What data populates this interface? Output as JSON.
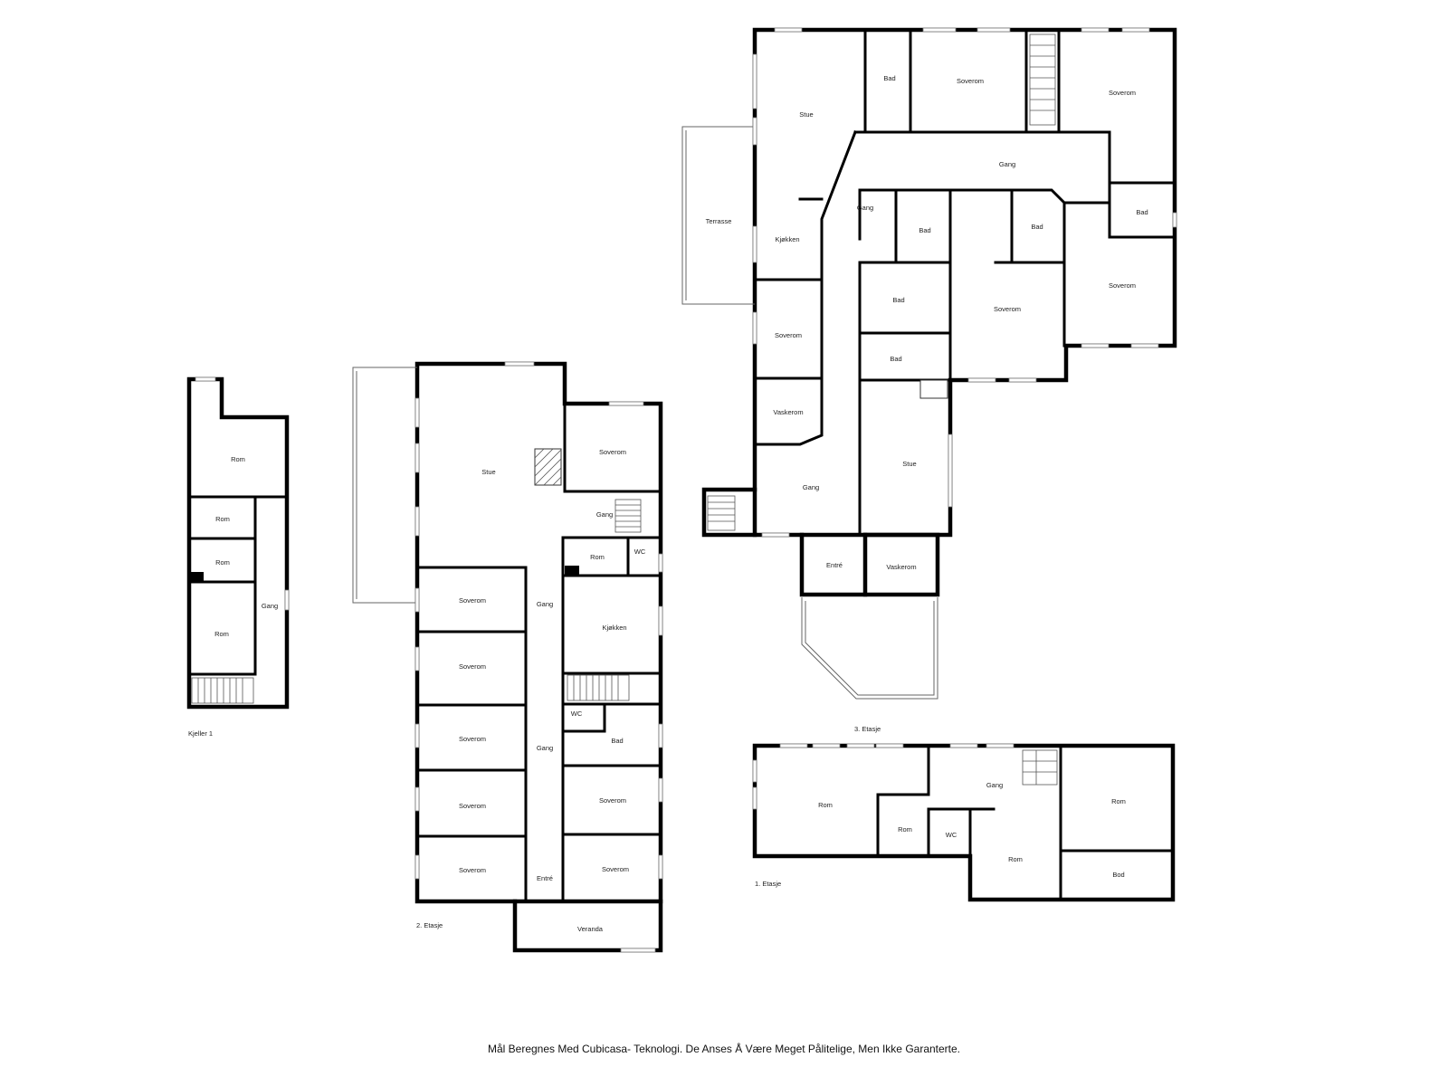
{
  "floors": [
    {
      "key": "kjeller",
      "label": "Kjeller 1",
      "rooms": [
        "Rom",
        "Rom",
        "Rom",
        "Rom",
        "Gang"
      ]
    },
    {
      "key": "etasje2",
      "label": "2. Etasje",
      "rooms": [
        "Stue",
        "Soverom",
        "Gang",
        "Rom",
        "WC",
        "Soverom",
        "Gang",
        "Kjøkken",
        "Soverom",
        "WC",
        "Soverom",
        "Gang",
        "Bad",
        "Soverom",
        "Soverom",
        "Soverom",
        "Entré",
        "Soverom",
        "Veranda"
      ]
    },
    {
      "key": "etasje3",
      "label": "3. Etasje",
      "rooms": [
        "Bad",
        "Soverom",
        "Soverom",
        "Stue",
        "Gang",
        "Terrasse",
        "Gang",
        "Kjøkken",
        "Bad",
        "Bad",
        "Bad",
        "Soverom",
        "Soverom",
        "Bad",
        "Soverom",
        "Bad",
        "Vaskerom",
        "Stue",
        "Gang",
        "Entré",
        "Vaskerom"
      ]
    },
    {
      "key": "etasje1",
      "label": "1. Etasje",
      "rooms": [
        "Rom",
        "Gang",
        "Rom",
        "Rom",
        "WC",
        "Rom",
        "Bod"
      ]
    }
  ],
  "disclaimer": "Mål Beregnes Med Cubicasa- Teknologi. De Anses Å Være Meget Pålitelige, Men Ikke Garanterte."
}
